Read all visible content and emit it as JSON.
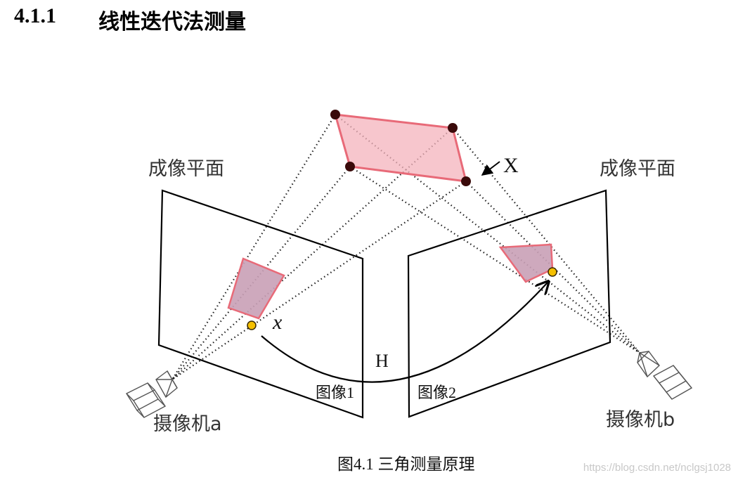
{
  "heading": {
    "number": "4.1.1",
    "title": "线性迭代法测量"
  },
  "figure": {
    "plane_left_label": "成像平面",
    "plane_right_label": "成像平面",
    "point_3d_label": "X",
    "point_2d_label": "x",
    "homography_label": "H",
    "image1_label": "图像1",
    "image2_label": "图像2",
    "camera_a_label": "摄像机a",
    "camera_b_label": "摄像机b",
    "caption": "图4.1  三角测量原理",
    "watermark": "https://blog.csdn.net/nclgsj1028",
    "colors": {
      "polygon_fill": "#f4b3bc",
      "polygon_stroke": "#e86a78",
      "projected_fill": "#c9a0b6",
      "point_dark": "#3a0a0a",
      "point_highlight": "#f5b800"
    }
  }
}
